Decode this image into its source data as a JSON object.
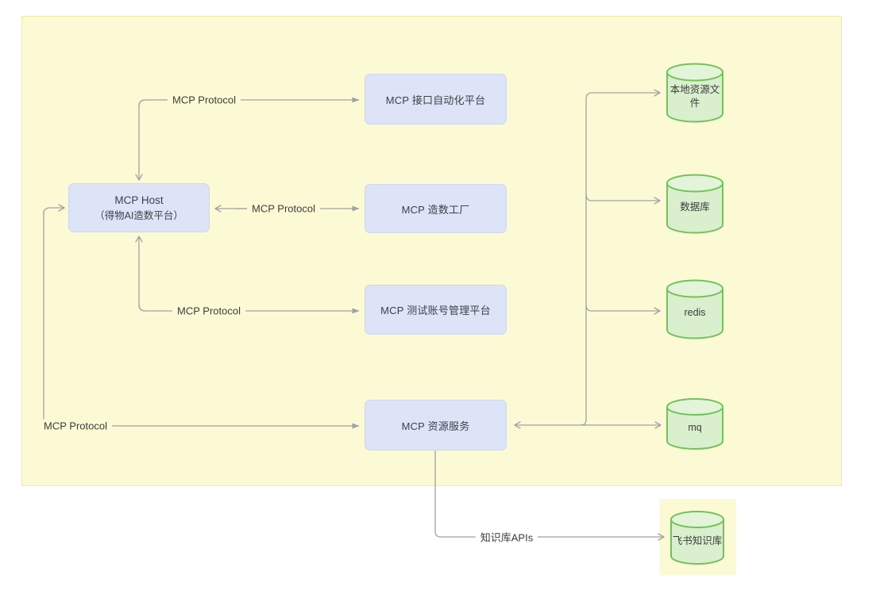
{
  "colors": {
    "bg-yellow": "#fcfad5",
    "bg-yellow-border": "#e7ed9f",
    "node-blue": "#dde4f7",
    "node-blue-border": "#ccd7f0",
    "cyl-green": "#d9efce",
    "cyl-green-light": "#e3f4da",
    "cyl-green-border": "#72c358",
    "line-gray": "#a2a2a2",
    "text-dark": "#3d4148"
  },
  "host": {
    "title": "MCP Host",
    "subtitle": "（得物AI造数平台）"
  },
  "platforms": [
    {
      "label": "MCP 接口自动化平台"
    },
    {
      "label": "MCP 造数工厂"
    },
    {
      "label": "MCP 测试账号管理平台"
    },
    {
      "label": "MCP 资源服务"
    }
  ],
  "datastores": [
    {
      "label": "本地资源文件"
    },
    {
      "label": "数据库"
    },
    {
      "label": "redis"
    },
    {
      "label": "mq"
    },
    {
      "label": "飞书知识库"
    }
  ],
  "edge_labels": {
    "protocol_top": "MCP Protocol",
    "protocol_middle": "MCP Protocol",
    "protocol_bottom": "MCP Protocol",
    "protocol_left": "MCP Protocol",
    "knowledge_api": "知识库APIs"
  }
}
